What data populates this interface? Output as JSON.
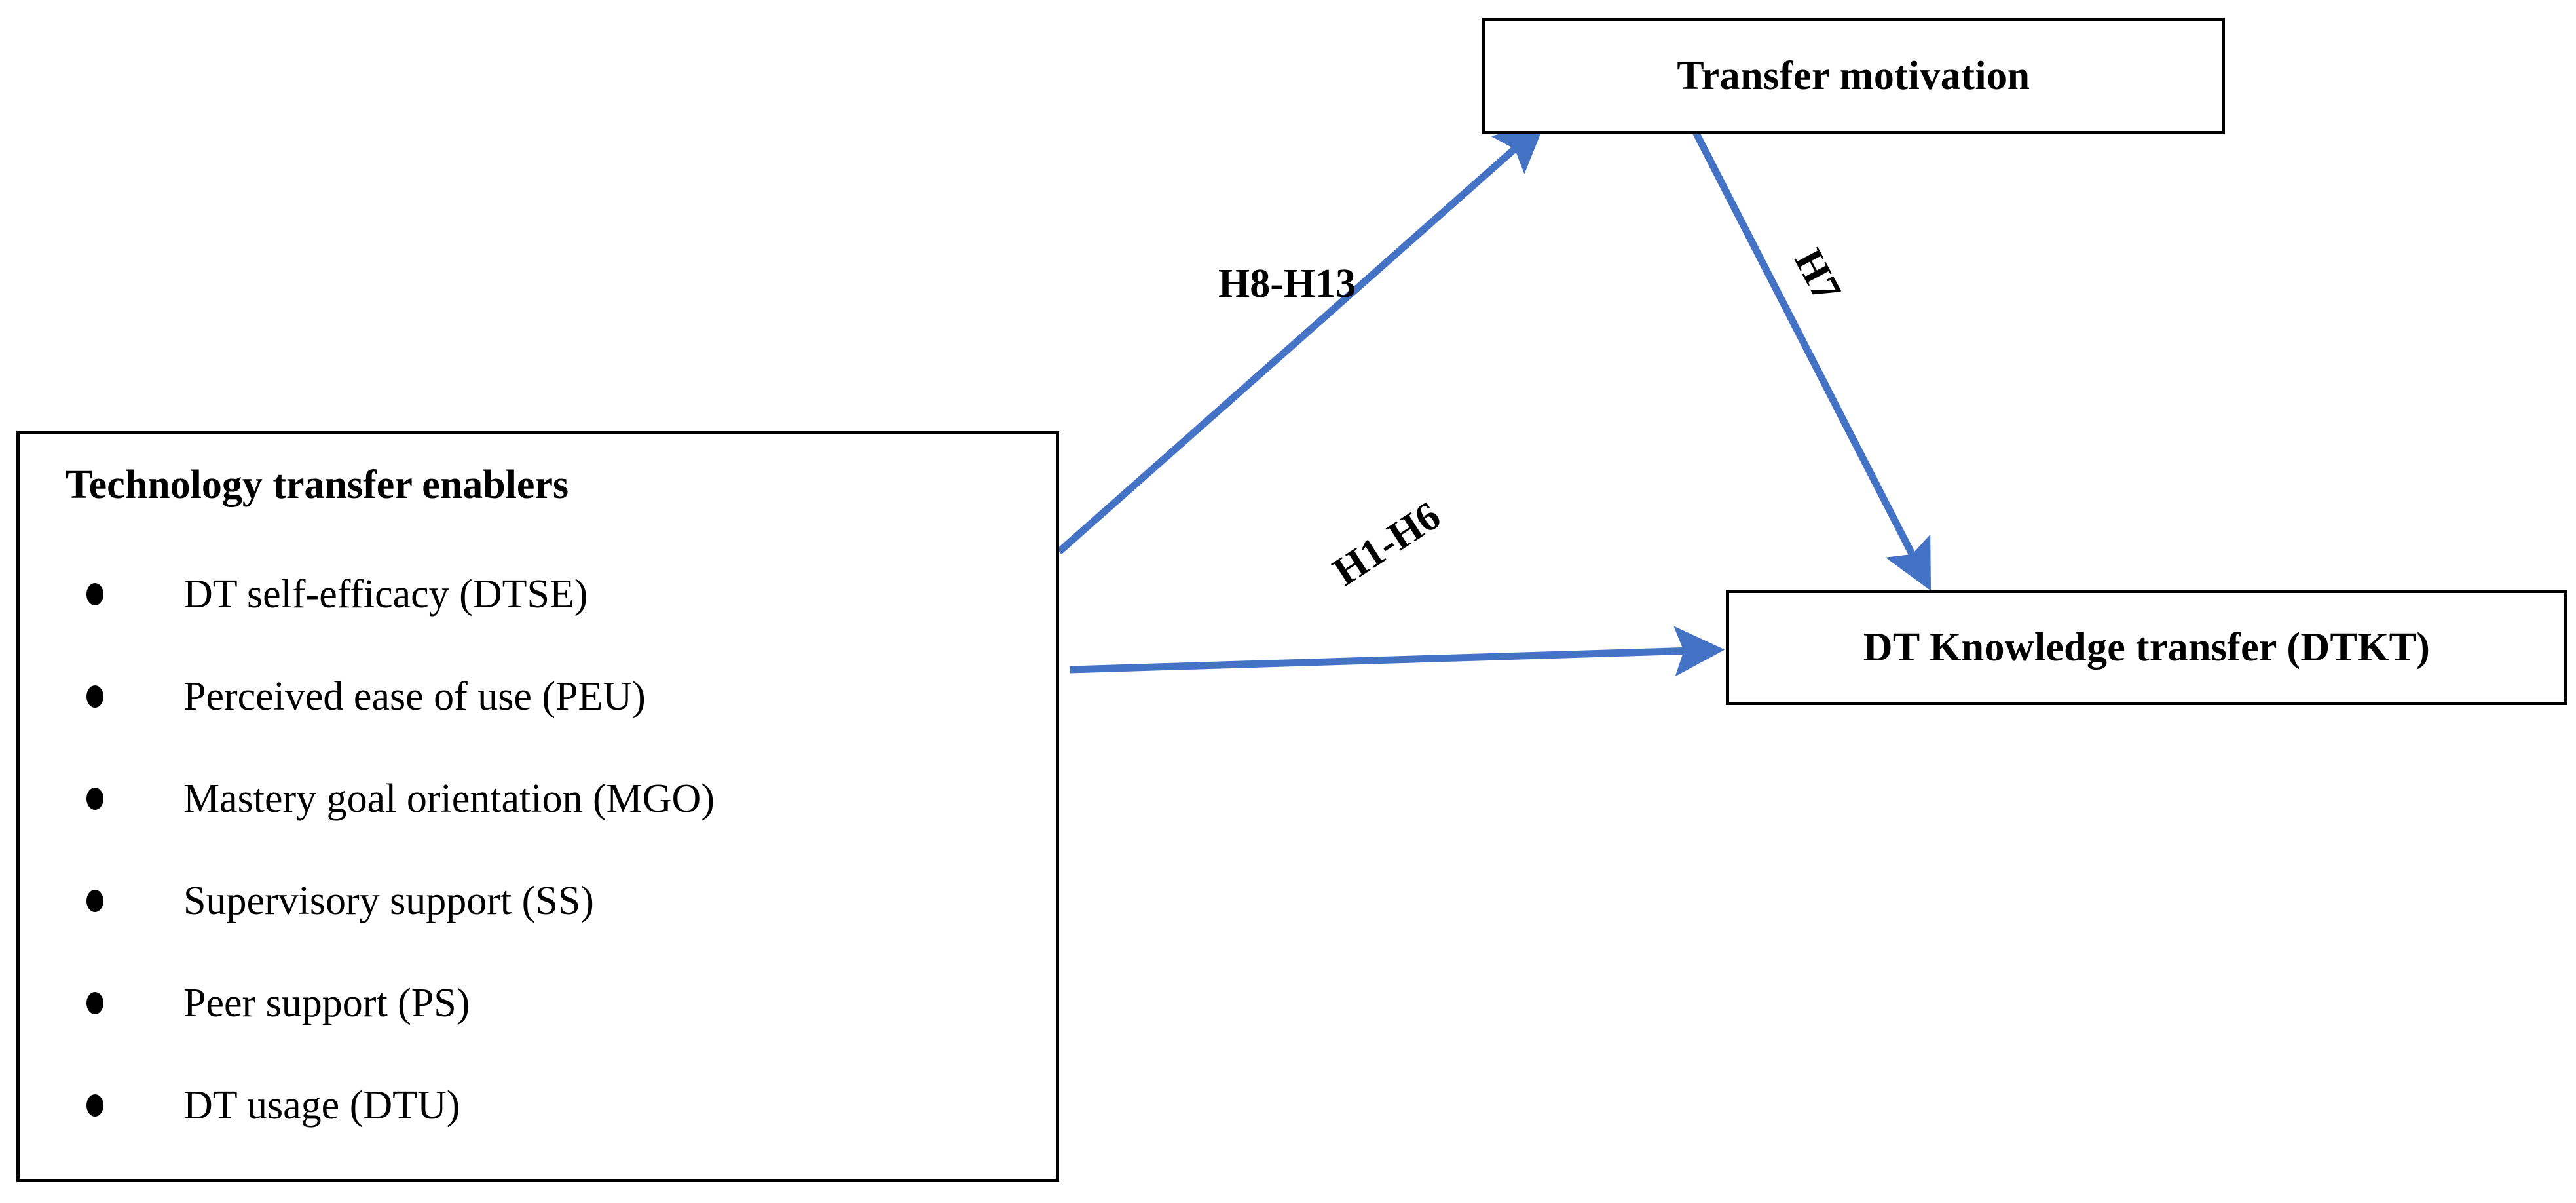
{
  "diagram": {
    "type": "conceptual-research-model",
    "accent_color": "#4472C4",
    "border_color": "#000000",
    "background_color": "#FFFFFF",
    "nodes": {
      "enablers": {
        "title": "Technology transfer enablers",
        "items": [
          "DT self-efficacy (DTSE)",
          "Perceived ease of use (PEU)",
          "Mastery goal orientation (MGO)",
          "Supervisory support (SS)",
          "Peer support (PS)",
          "DT usage (DTU)"
        ]
      },
      "transfer_motivation": {
        "title": "Transfer motivation"
      },
      "dtkt": {
        "title": "DT Knowledge transfer (DTKT)"
      }
    },
    "edges": [
      {
        "id": "h8-h13",
        "label": "H8-H13",
        "from": "enablers",
        "to": "transfer_motivation"
      },
      {
        "id": "h1-h6",
        "label": "H1-H6",
        "from": "enablers",
        "to": "dtkt"
      },
      {
        "id": "h7",
        "label": "H7",
        "from": "transfer_motivation",
        "to": "dtkt"
      }
    ]
  }
}
